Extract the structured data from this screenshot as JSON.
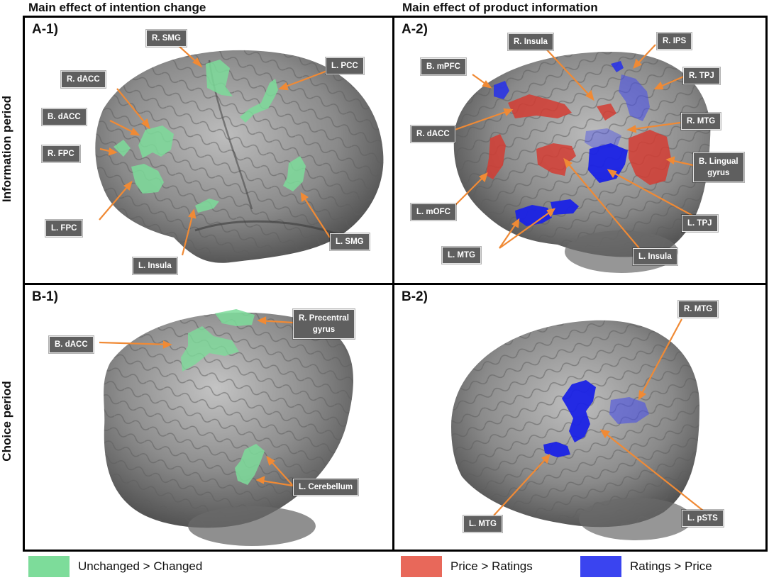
{
  "columns": {
    "left": "Main effect of intention change",
    "right": "Main effect of product information"
  },
  "rows": {
    "top": "Information period",
    "bottom": "Choice period"
  },
  "colors": {
    "green": "#7ddc9a",
    "red": "#e8685a",
    "blue": "#3a44f0",
    "arrow": "#f08a35",
    "label_bg": "#5f5f5f"
  },
  "panels": {
    "a1": {
      "id": "A-1)",
      "labels": [
        "R. SMG",
        "L. PCC",
        "R. dACC",
        "B. dACC",
        "R. FPC",
        "L. FPC",
        "L. Insula",
        "L. SMG"
      ]
    },
    "a2": {
      "id": "A-2)",
      "labels": [
        "R. Insula",
        "R. IPS",
        "B. mPFC",
        "R. TPJ",
        "R. dACC",
        "R. MTG",
        "B. Lingual",
        "gyrus",
        "L. mOFC",
        "L. TPJ",
        "L. MTG",
        "L. Insula"
      ]
    },
    "b1": {
      "id": "B-1)",
      "labels": [
        "B. dACC",
        "R. Precentral",
        "gyrus",
        "L. Cerebellum"
      ]
    },
    "b2": {
      "id": "B-2)",
      "labels": [
        "R. MTG",
        "L. MTG",
        "L. pSTS"
      ]
    }
  },
  "legend": {
    "unchanged": "Unchanged > Changed",
    "price": "Price > Ratings",
    "ratings": "Ratings > Price"
  }
}
